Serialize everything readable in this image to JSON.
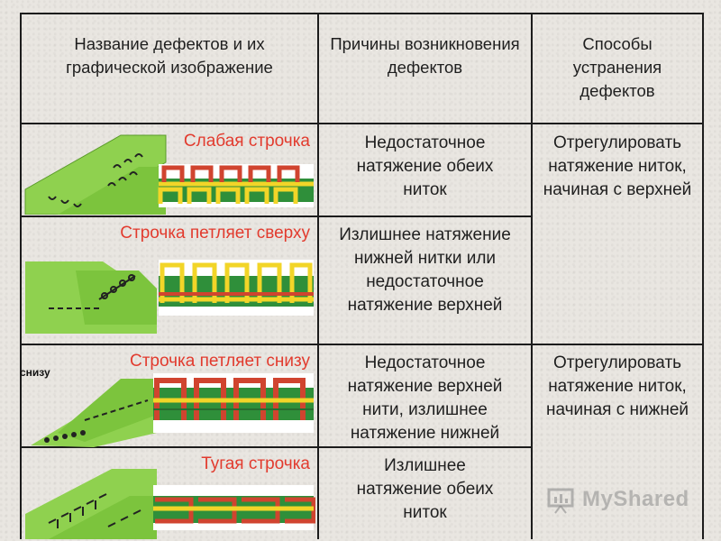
{
  "header": {
    "col1": "Название дефектов и их графической изображение",
    "col2": "Причины возникновения дефектов",
    "col3": "Способы устранения дефектов"
  },
  "rows": [
    {
      "name": "Слабая строчка",
      "cause": "Недостаточное натяжение обеих ниток"
    },
    {
      "name": "Строчка петляет сверху",
      "cause": "Излишнее натяжение нижней нитки или недостаточное натяжение верхней"
    },
    {
      "name": "Строчка петляет снизу",
      "cause": "Недостаточное натяжение верхней нити, излишнее натяжение нижней"
    },
    {
      "name": "Тугая строчка",
      "cause": "Излишнее натяжение обеих ниток"
    }
  ],
  "remedies": [
    "Отрегулировать натяжение ниток, начиная с верхней",
    "Отрегулировать натяжение ниток, начиная с нижней"
  ],
  "illustration_label": "снизу",
  "watermark": "MyShared",
  "colors": {
    "red_text": "#e23b2e",
    "fabric_green": "#8fd14f",
    "stitch_green": "#2f8f3a",
    "thread_red": "#d0442f",
    "thread_yellow": "#f2d528"
  }
}
